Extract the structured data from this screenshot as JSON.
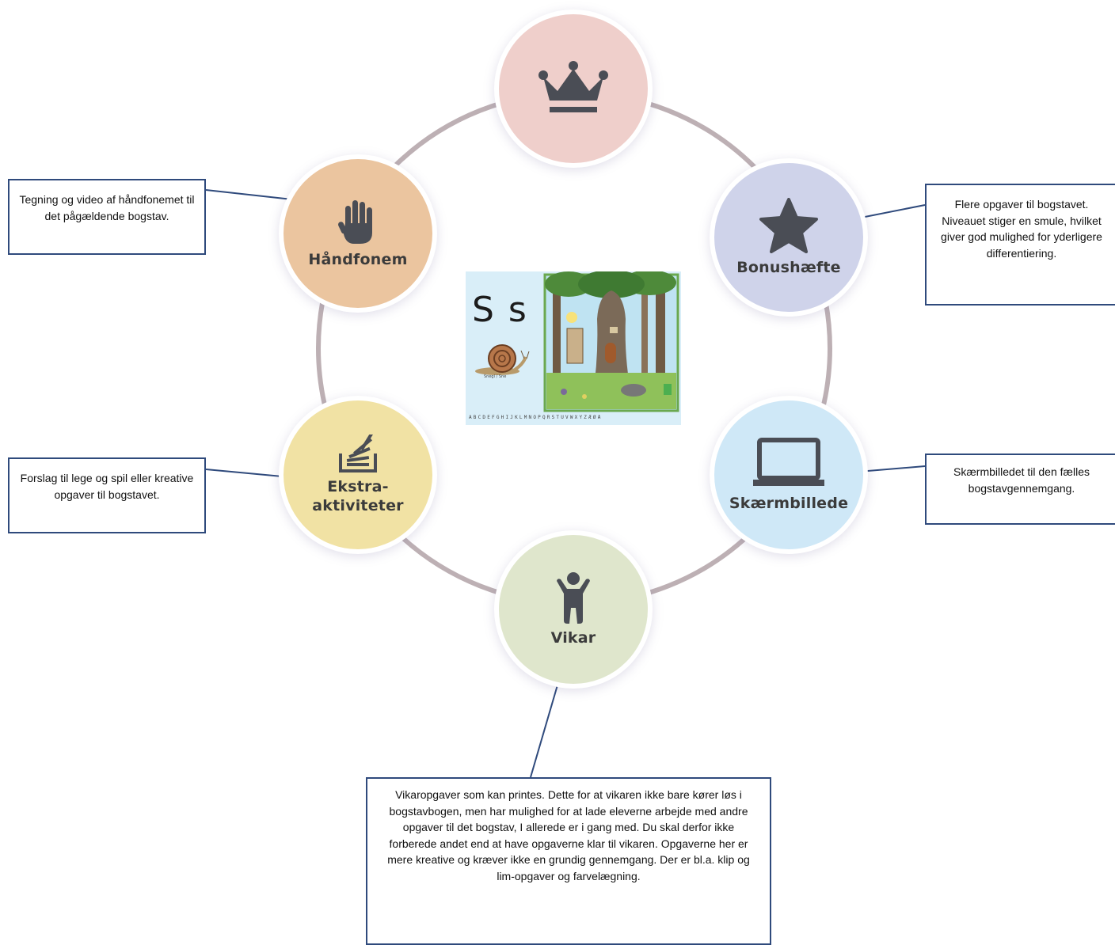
{
  "nodes": {
    "crown": {
      "icon": "crown-icon",
      "label": ""
    },
    "hand": {
      "icon": "hand-icon",
      "label": "Håndfonem"
    },
    "star": {
      "icon": "star-icon",
      "label": "Bonushæfte"
    },
    "screen": {
      "icon": "monitor-icon",
      "label": "Skærmbillede"
    },
    "extra": {
      "icon": "stack-icon",
      "label_line1": "Ekstra-",
      "label_line2": "aktiviteter"
    },
    "vikar": {
      "icon": "person-icon",
      "label": "Vikar"
    }
  },
  "center_image": {
    "letters": "S s",
    "snail_caption": "Snegl / Sne",
    "alphabet": "ABCDEFGHIJKLMNOPQRSTUVWXYZÆØÅ"
  },
  "callouts": {
    "hand": "Tegning og video af håndfonemet til det pågældende bogstav.",
    "star": "Flere opgaver til bogstavet. Niveauet stiger en smule, hvilket giver god mulighed for yderligere differentiering.",
    "screen": "Skærmbilledet til den fælles bogstavgennemgang.",
    "extra": "Forslag til lege og spil eller kreative opgaver til bogstavet.",
    "vikar": "Vikaropgaver som kan printes. Dette for at vikaren ikke bare kører løs i bogstavbogen, men har mulighed for at lade eleverne arbejde med andre opgaver til det bogstav, I allerede er i gang med. Du skal derfor ikke forberede andet end at have opgaverne klar til vikaren. Opgaverne her er mere kreative og kræver ikke en grundig gennemgang. Der er bl.a. klip og lim-opgaver og farvelægning."
  },
  "colors": {
    "ring": "#bdb0b4",
    "connector": "#2f4a7c",
    "icon": "#4a4d55",
    "crown_bg": "#efcfcb",
    "hand_bg": "#ebc59f",
    "star_bg": "#cfd3ea",
    "screen_bg": "#cfe8f7",
    "extra_bg": "#f1e2a4",
    "vikar_bg": "#dfe6cc"
  }
}
